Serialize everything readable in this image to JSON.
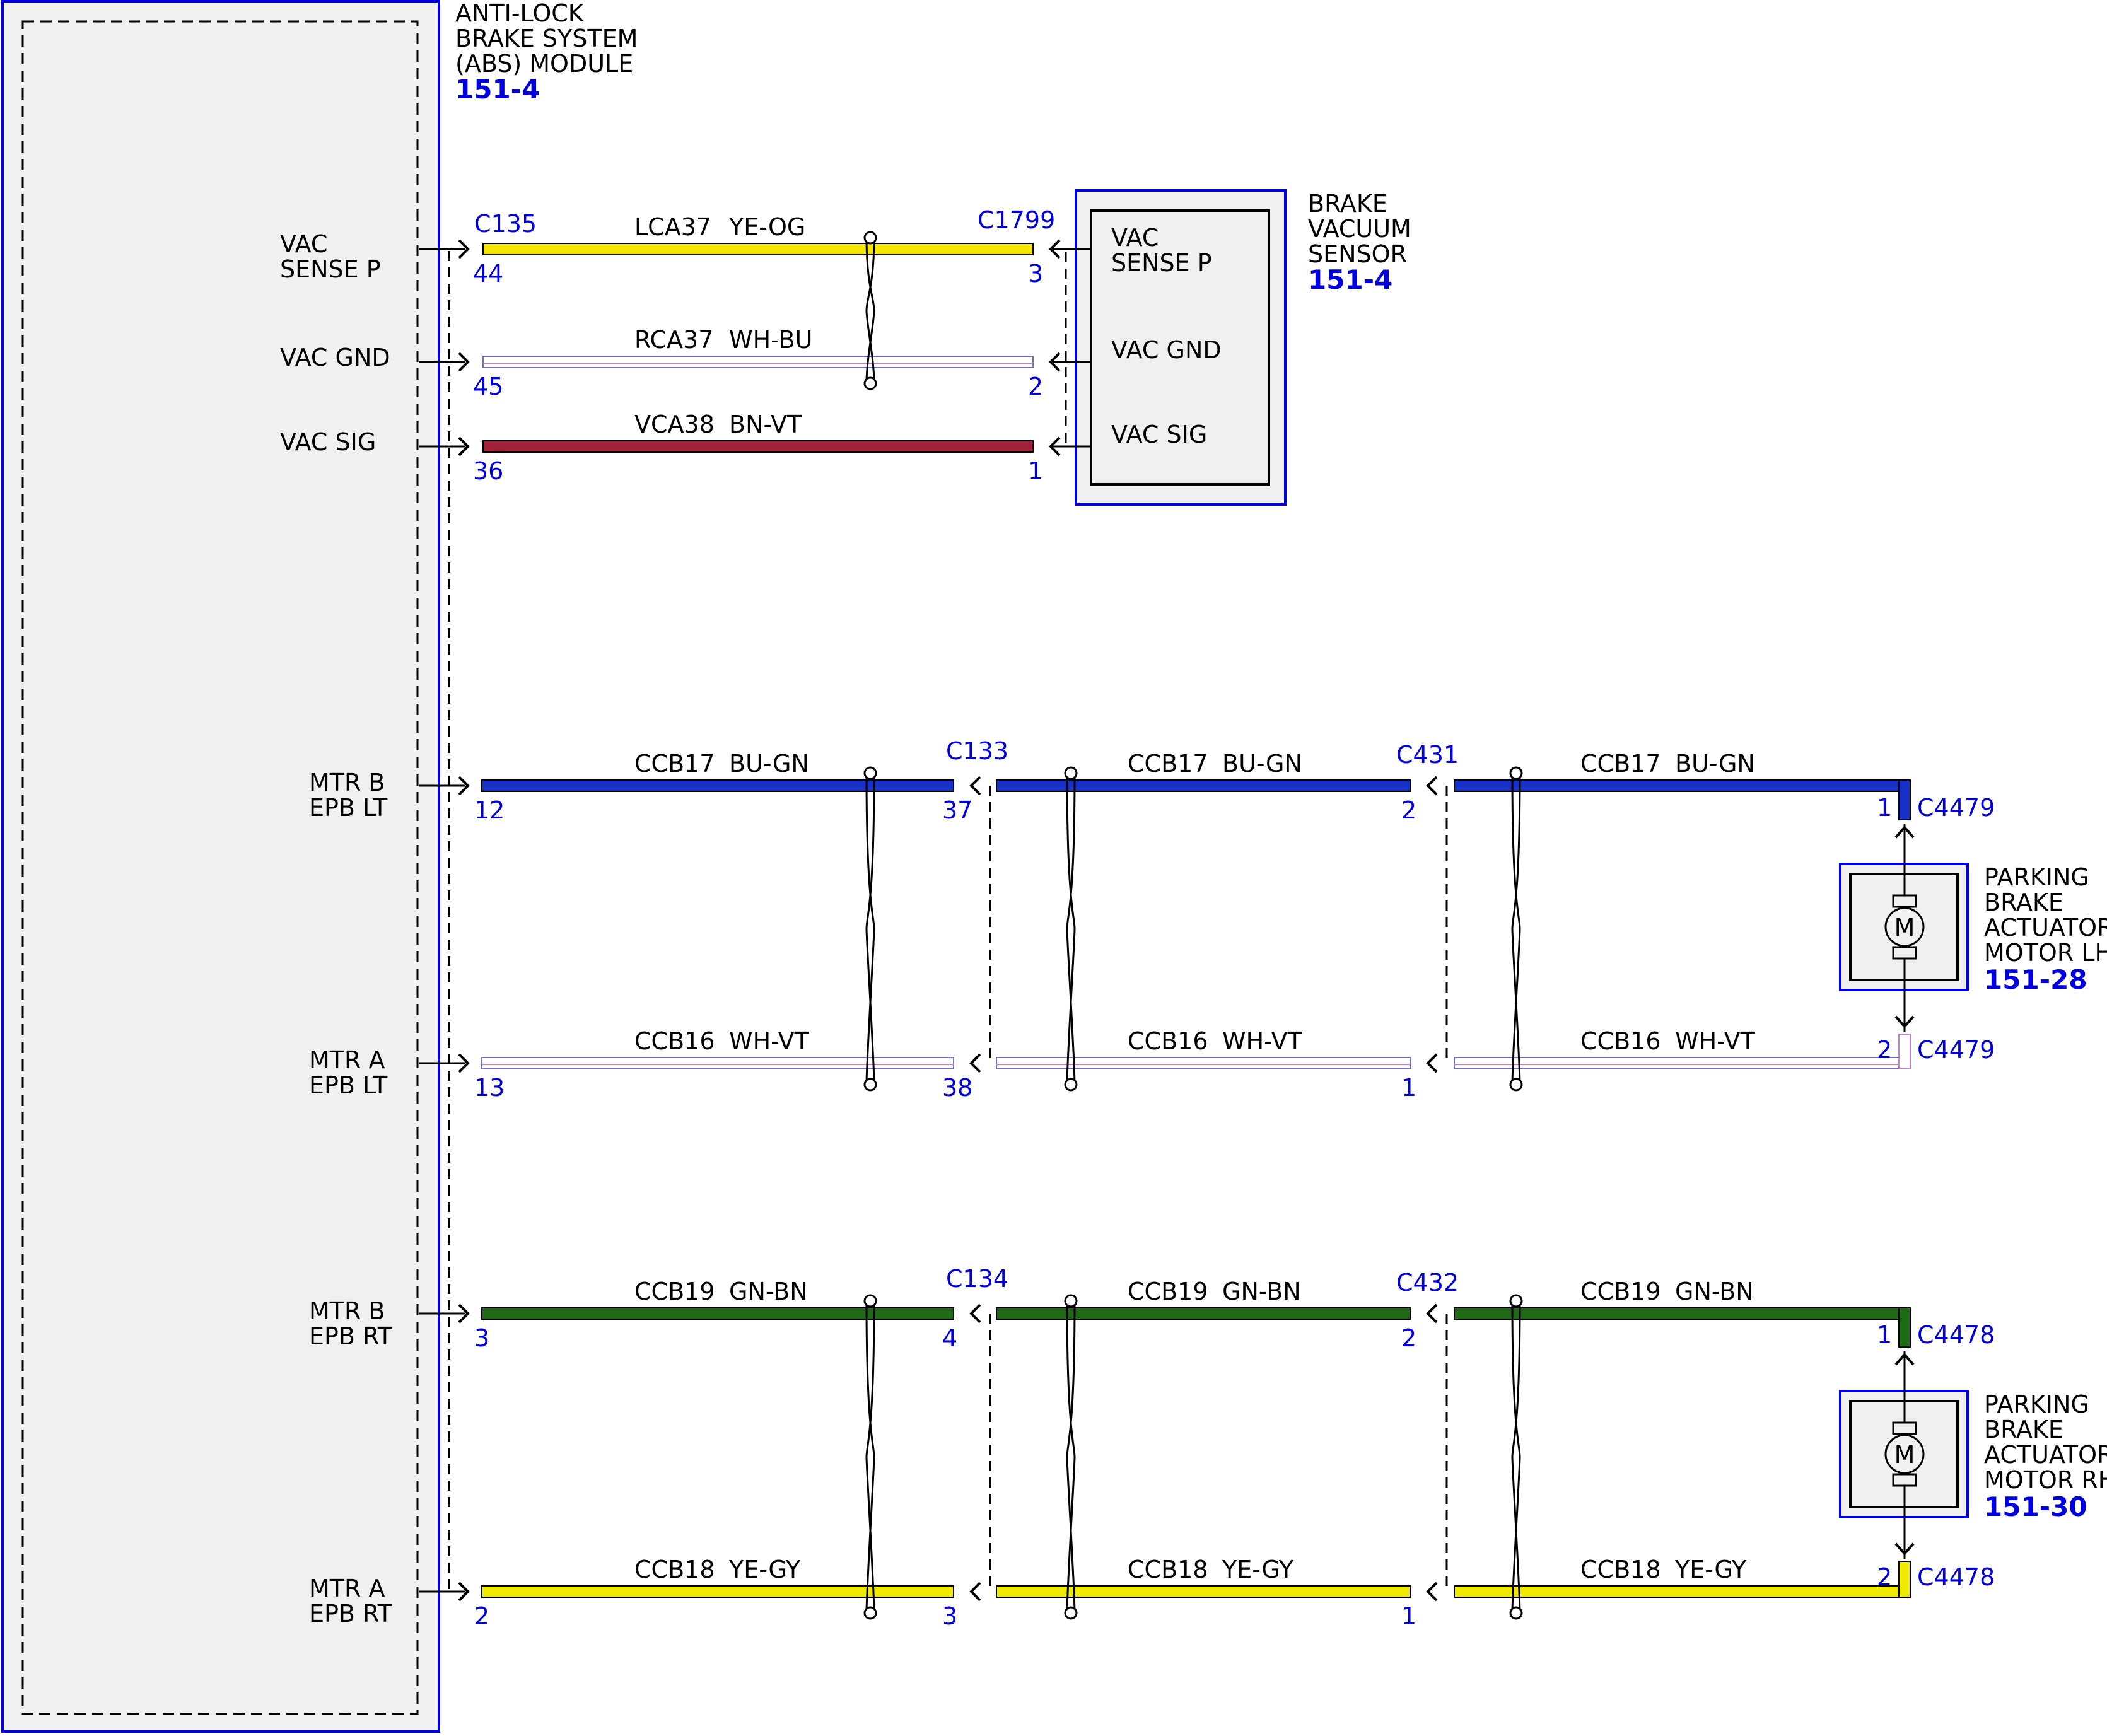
{
  "abs_module": {
    "title_lines": [
      "ANTI-LOCK",
      "BRAKE SYSTEM",
      "(ABS) MODULE"
    ],
    "ref": "151-4",
    "pins": [
      {
        "label_lines": [
          "VAC",
          "SENSE P"
        ]
      },
      {
        "label_lines": [
          "VAC GND"
        ]
      },
      {
        "label_lines": [
          "VAC SIG"
        ]
      },
      {
        "label_lines": [
          "MTR B",
          "EPB LT"
        ]
      },
      {
        "label_lines": [
          "MTR A",
          "EPB LT"
        ]
      },
      {
        "label_lines": [
          "MTR B",
          "EPB RT"
        ]
      },
      {
        "label_lines": [
          "MTR A",
          "EPB RT"
        ]
      }
    ]
  },
  "vacuum_sensor": {
    "title_lines": [
      "BRAKE",
      "VACUUM",
      "SENSOR"
    ],
    "ref": "151-4",
    "pins": [
      {
        "label_lines": [
          "VAC",
          "SENSE P"
        ]
      },
      {
        "label_lines": [
          "VAC GND"
        ]
      },
      {
        "label_lines": [
          "VAC SIG"
        ]
      }
    ]
  },
  "vac_wires": [
    {
      "circuit": "LCA37",
      "color": "YE-OG",
      "abs_pin": "44",
      "sensor_pin": "3",
      "fill": "#f5e800"
    },
    {
      "circuit": "RCA37",
      "color": "WH-BU",
      "abs_pin": "45",
      "sensor_pin": "2",
      "fill": "#ffffff"
    },
    {
      "circuit": "VCA38",
      "color": "BN-VT",
      "abs_pin": "36",
      "sensor_pin": "1",
      "fill": "#a0203a"
    }
  ],
  "vac_connectors": {
    "abs": "C135",
    "sensor": "C1799"
  },
  "lh_group": {
    "inline_connectors": [
      "C133",
      "C431"
    ],
    "motor_connector": "C4479",
    "motor_title_lines": [
      "PARKING",
      "BRAKE",
      "ACTUATOR",
      "MOTOR LH"
    ],
    "motor_ref": "151-28",
    "motor_symbol": "M",
    "wires": [
      {
        "circuit": "CCB17",
        "color": "BU-GN",
        "fill": "#1630c8",
        "abs_pin": "12",
        "c1_pin": "37",
        "c2_pin": "2",
        "motor_pin": "1"
      },
      {
        "circuit": "CCB16",
        "color": "WH-VT",
        "fill": "#ffffff",
        "abs_pin": "13",
        "c1_pin": "38",
        "c2_pin": "1",
        "motor_pin": "2"
      }
    ]
  },
  "rh_group": {
    "inline_connectors": [
      "C134",
      "C432"
    ],
    "motor_connector": "C4478",
    "motor_title_lines": [
      "PARKING",
      "BRAKE",
      "ACTUATOR",
      "MOTOR RH"
    ],
    "motor_ref": "151-30",
    "motor_symbol": "M",
    "wires": [
      {
        "circuit": "CCB19",
        "color": "GN-BN",
        "fill": "#1f6a14",
        "abs_pin": "3",
        "c1_pin": "4",
        "c2_pin": "2",
        "motor_pin": "1"
      },
      {
        "circuit": "CCB18",
        "color": "YE-GY",
        "fill": "#f0ea00",
        "abs_pin": "2",
        "c1_pin": "3",
        "c2_pin": "1",
        "motor_pin": "2"
      }
    ]
  },
  "colors": {
    "connector_blue": "#0000e0",
    "box_fill": "#f0f0f0"
  }
}
